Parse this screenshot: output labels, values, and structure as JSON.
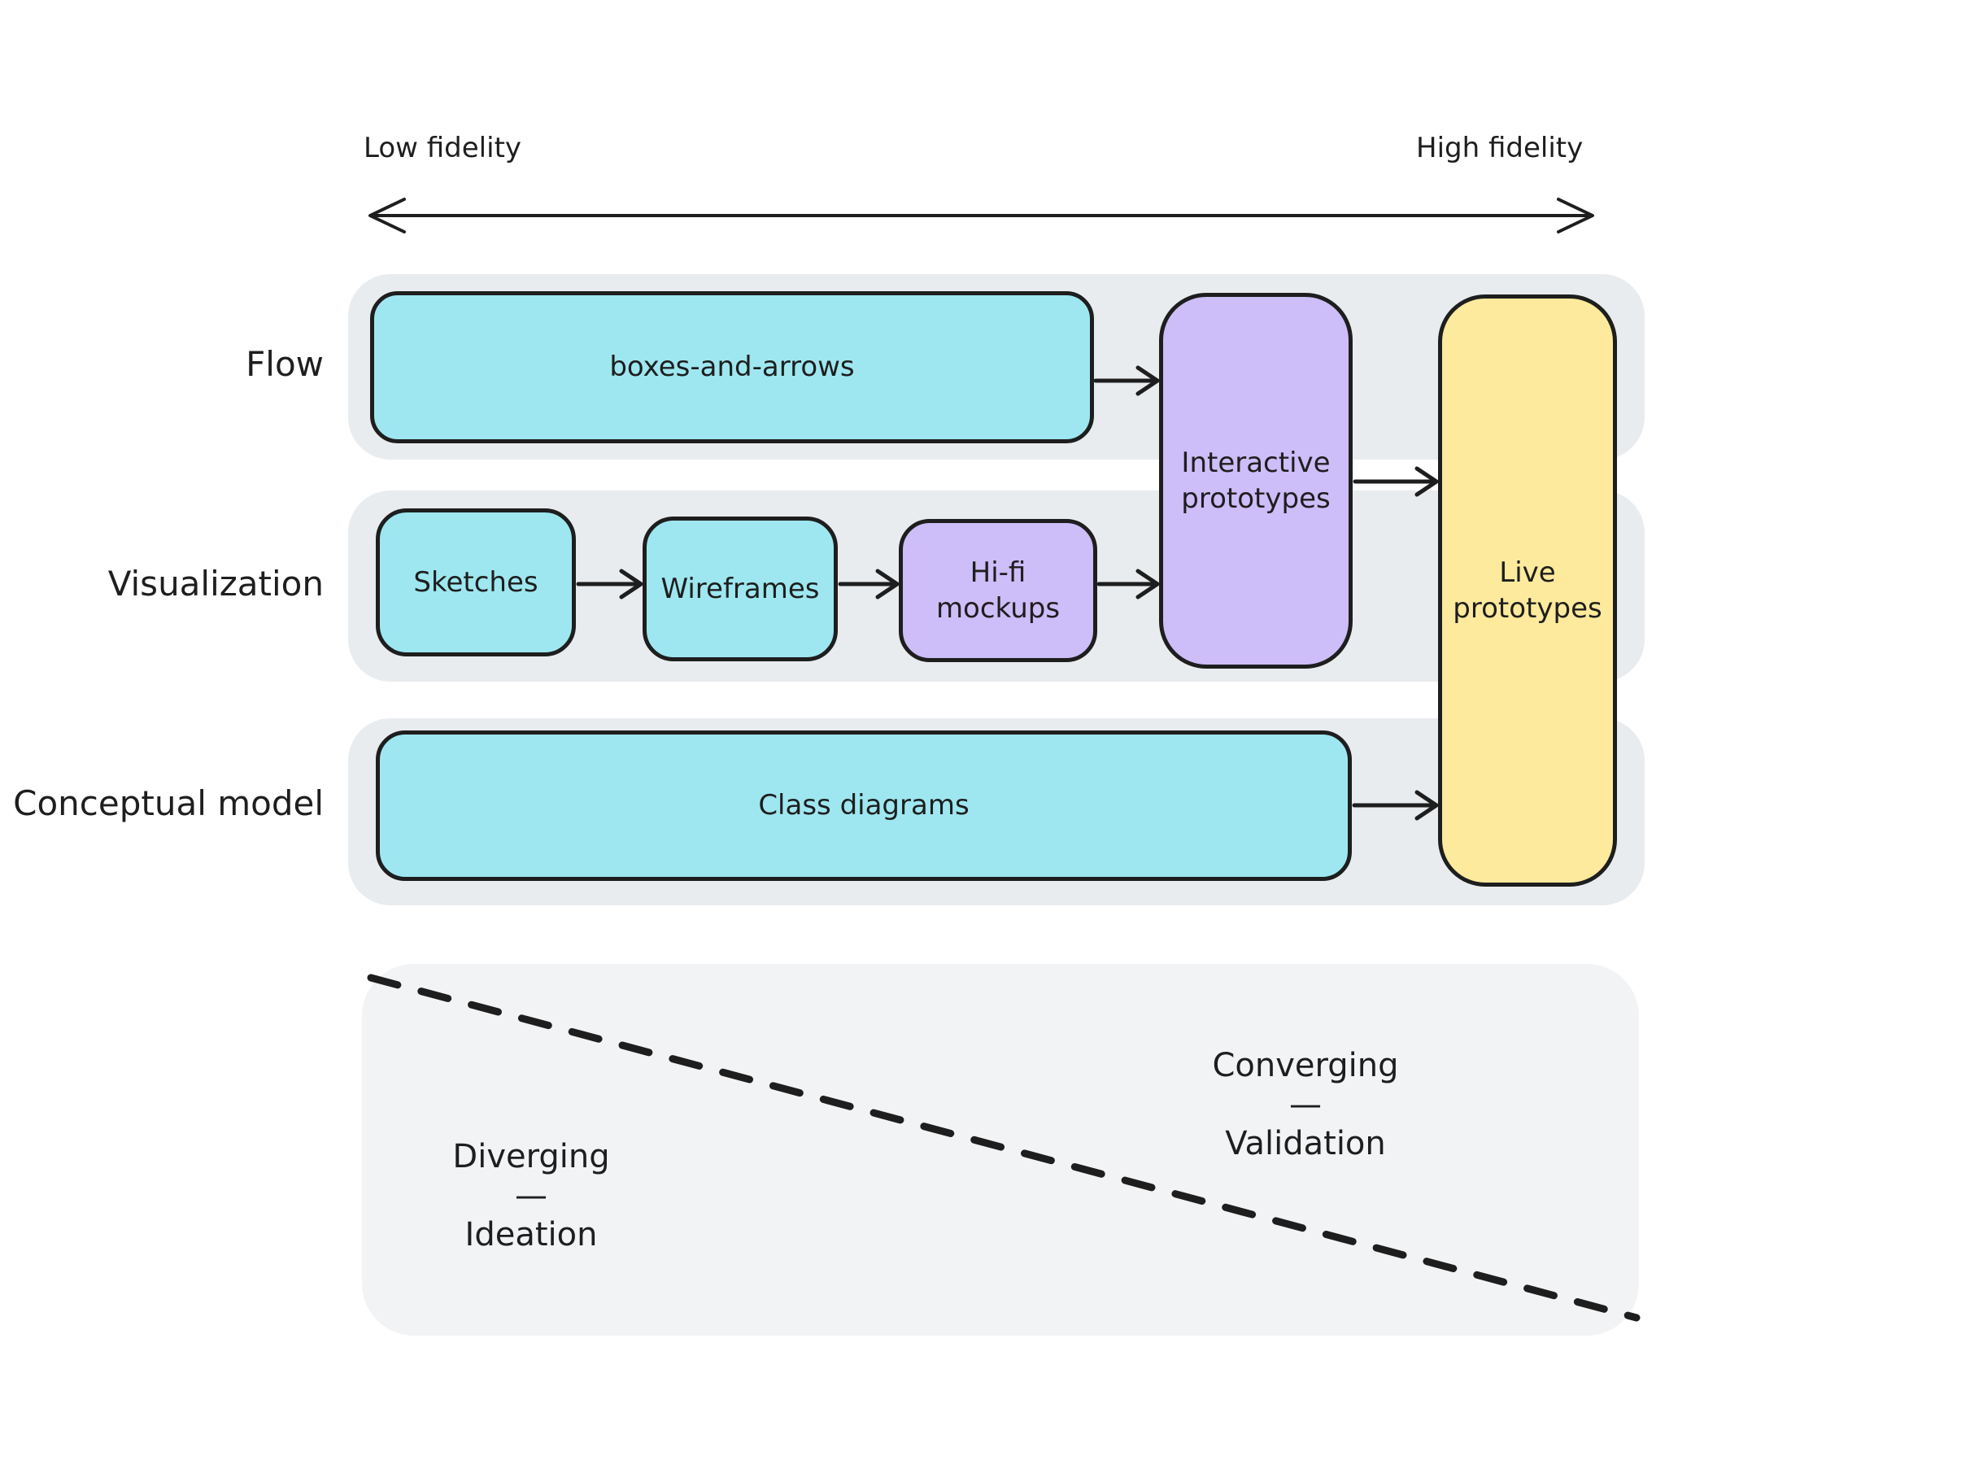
{
  "diagram": {
    "axis": {
      "low": "Low fidelity",
      "high": "High fidelity"
    },
    "rows": {
      "flow": {
        "label": "Flow"
      },
      "visualization": {
        "label": "Visualization"
      },
      "conceptual_model": {
        "label": "Conceptual model"
      }
    },
    "nodes": {
      "boxes_and_arrows": {
        "label": "boxes-and-arrows",
        "color": "#9ee7f0"
      },
      "sketches": {
        "label": "Sketches",
        "color": "#9ee7f0"
      },
      "wireframes": {
        "label": "Wireframes",
        "color": "#9ee7f0"
      },
      "hifi_mockups": {
        "line1": "Hi-fi",
        "line2": "mockups",
        "color": "#cdbdf8"
      },
      "interactive_prototypes": {
        "line1": "Interactive",
        "line2": "prototypes",
        "color": "#cdbdf8"
      },
      "live_prototypes": {
        "line1": "Live",
        "line2": "prototypes",
        "color": "#fdea9c"
      },
      "class_diagrams": {
        "label": "Class diagrams",
        "color": "#9ee7f0"
      }
    },
    "edges": [
      {
        "from": "boxes-and-arrows",
        "to": "Interactive prototypes"
      },
      {
        "from": "Sketches",
        "to": "Wireframes"
      },
      {
        "from": "Wireframes",
        "to": "Hi-fi mockups"
      },
      {
        "from": "Hi-fi mockups",
        "to": "Interactive prototypes"
      },
      {
        "from": "Interactive prototypes",
        "to": "Live prototypes"
      },
      {
        "from": "Class diagrams",
        "to": "Live prototypes"
      }
    ],
    "phases": {
      "diverging": {
        "title": "Diverging",
        "separator": "—",
        "subtitle": "Ideation"
      },
      "converging": {
        "title": "Converging",
        "separator": "—",
        "subtitle": "Validation"
      }
    },
    "colors": {
      "ink": "#1e1e1e",
      "band_background": "#e9ecef",
      "panel_background": "#f2f3f5",
      "cyan": "#9ee7f0",
      "purple": "#cdbdf8",
      "yellow": "#fdea9c"
    }
  }
}
